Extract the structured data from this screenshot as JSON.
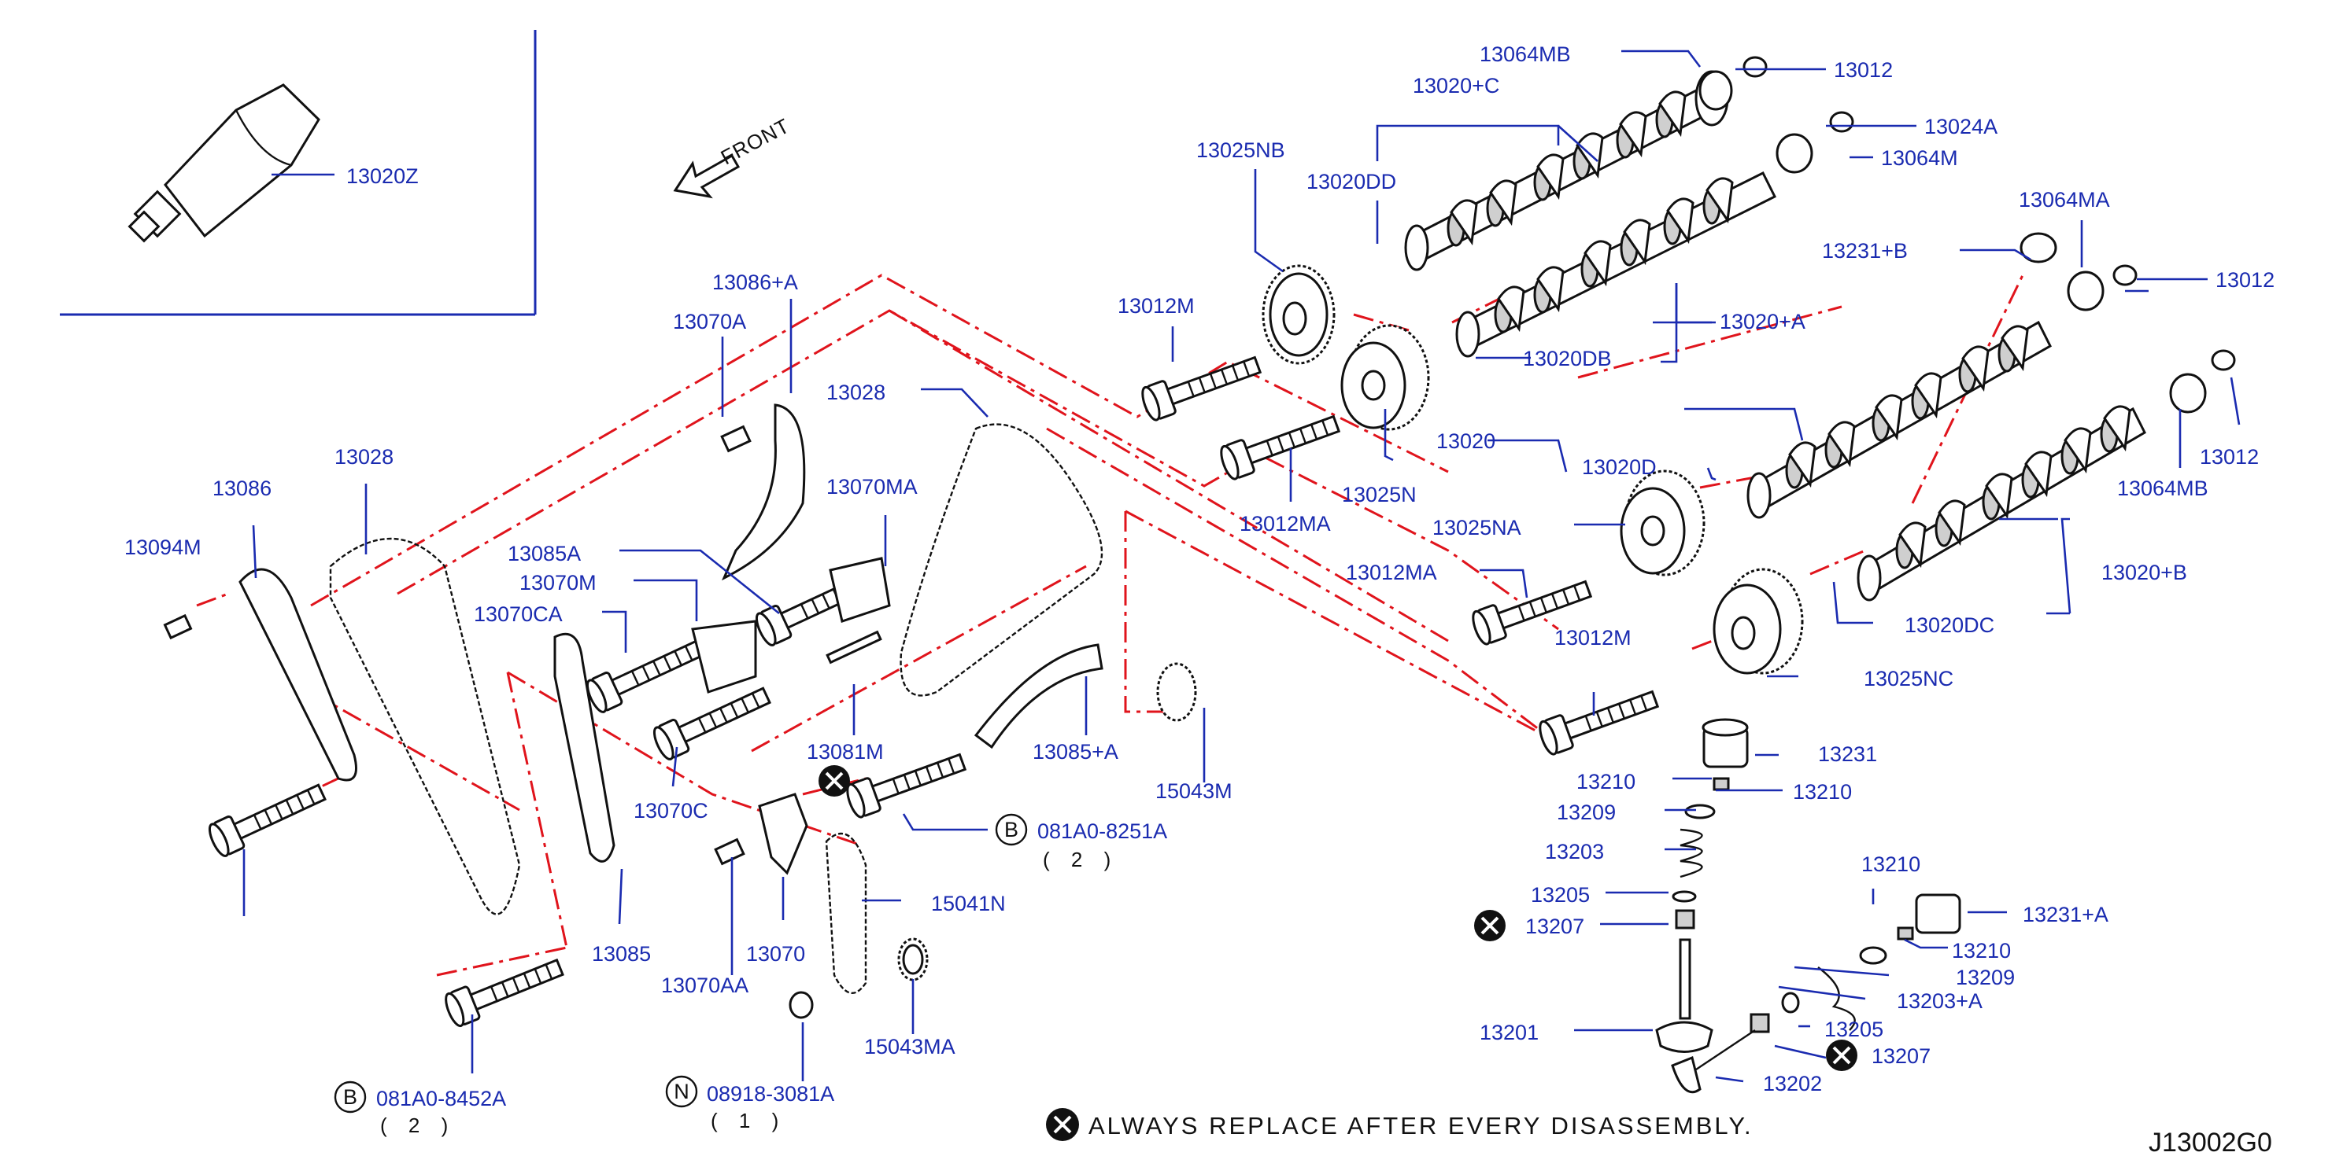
{
  "front_label": "FRONT",
  "note": "ALWAYS REPLACE AFTER EVERY DISASSEMBLY.",
  "diagram_code": "J13002G0",
  "part_labels": [
    "13020Z",
    "13064MB",
    "13012",
    "13020+C",
    "13024A",
    "13025NB",
    "13064M",
    "13020DD",
    "13064MA",
    "13231+B",
    "13012",
    "13012M",
    "13020+A",
    "13020DB",
    "13086+A",
    "13070A",
    "13028",
    "13028",
    "13086",
    "13020",
    "13020D",
    "13012",
    "13094M",
    "13070MA",
    "13025N",
    "13064MB",
    "13012MA",
    "13085A",
    "13025NA",
    "13070M",
    "13012MA",
    "13020+B",
    "13070CA",
    "13020DC",
    "13012M",
    "13025NC",
    "13081M",
    "13085+A",
    "13231",
    "15043M",
    "13070C",
    "13210",
    "13210",
    "13209",
    "13203",
    "13205",
    "13207",
    "13210",
    "13231+A",
    "15041N",
    "13210",
    "13209",
    "13070",
    "13085",
    "13203+A",
    "13070AA",
    "13201",
    "13205",
    "15043MA",
    "13207",
    "13202"
  ],
  "callouts": [
    {
      "symbol": "B",
      "code": "081A0-8251A",
      "qty": "( 2 )"
    },
    {
      "symbol": "B",
      "code": "081A0-8452A",
      "qty": "( 2 )"
    },
    {
      "symbol": "N",
      "code": "08918-3081A",
      "qty": "( 1 )"
    }
  ]
}
